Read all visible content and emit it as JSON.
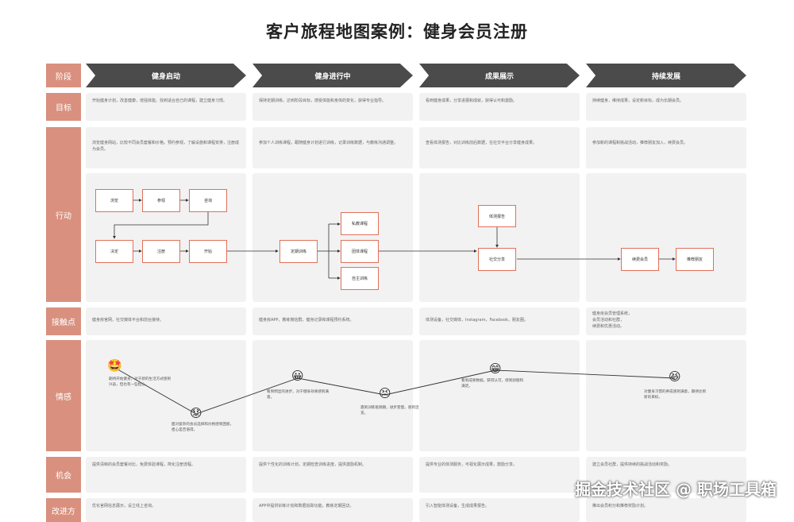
{
  "title": "客户旅程地图案例：健身会员注册",
  "rows": {
    "stage": "阶段",
    "goal": "目标",
    "action": "行动",
    "touch": "接触点",
    "emotion": "情感",
    "opportunity": "机会",
    "solution": "改进方"
  },
  "stages": [
    "健身启动",
    "健身进行中",
    "成果展示",
    "持续发展"
  ],
  "goals": [
    "开始健身计划，改善健康，增强体能。找到适合自己的课程，建立健身习惯。",
    "保持定期训练，达到阶段目标，感受体能和身体的变化，获得专业指导。",
    "看到健身成果，分享进展和成就，获得认可和激励。",
    "持续健身，维持成果，设定新目标，成为长期会员。"
  ],
  "actions_text": [
    "浏览健身网站，比较不同会员套餐和价格。预约参观，了解设施和课程安排，注册成为会员。",
    "参加个人训练课程，跟随健身计划进行训练，记录训练数据，与教练沟通调整。",
    "查看体测报告，对比训练前后数据，在社交平台分享健身成果。",
    "参加新的课程和挑战活动，推荐朋友加入，续费会员。"
  ],
  "flow": {
    "row1": [
      "浏览",
      "参观",
      "咨询"
    ],
    "row2": [
      "决定",
      "注册",
      "开始"
    ],
    "mid": "定期训练",
    "branch": [
      "私教课程",
      "团体课程",
      "自主训练"
    ],
    "stage3": [
      "体测报告",
      "社交分享"
    ],
    "stage4": [
      "续费会员",
      "推荐朋友"
    ]
  },
  "touchpoints": [
    "健身房官网，社交媒体平台和前台接待。",
    "健身房APP，教练微信群，健身记录和课程预约系统。",
    "体测设备，社交媒体，Instagram，Facebook，朋友圈。",
    "健身房会员管理系统，\n会员活动和社群，\n续费和优惠活动。"
  ],
  "emotions": {
    "icons": [
      "star-eyes",
      "worried",
      "smile",
      "frown",
      "happy",
      "laughing"
    ],
    "notes": [
      "期待开始健身，对于新的生活方式感到兴奋，但也有一些担心。",
      "面对复杂的会员选择和价格感到困惑，担心是否值得。",
      "看到明显的进步，对于健身效果感到满意。",
      "遇到训练瓶颈期，进步变慢，感到沮丧。",
      "看到成果数据，获得认可，感到骄傲和满足。",
      "对健身习惯的养成感到满意，期待达到新的目标。"
    ]
  },
  "opportunities": [
    "提供清晰的会员套餐对比，免费体验课程，简化注册流程。",
    "提供个性化的训练计划，定期检查训练进度，提供激励机制。",
    "提供专业的体测服务，可视化展示成果，鼓励分享。",
    "建立会员社群，提供持续的挑战活动和奖励。"
  ],
  "solutions": [
    "优化官网信息展示，设立线上咨询。",
    "APP中提供训练计划和数据追踪功能，教练定期回访。",
    "引入智能体测设备，生成成果报告。",
    "推出会员积分和推荐奖励计划。"
  ],
  "watermark": "掘金技术社区 @ 职场工具箱"
}
